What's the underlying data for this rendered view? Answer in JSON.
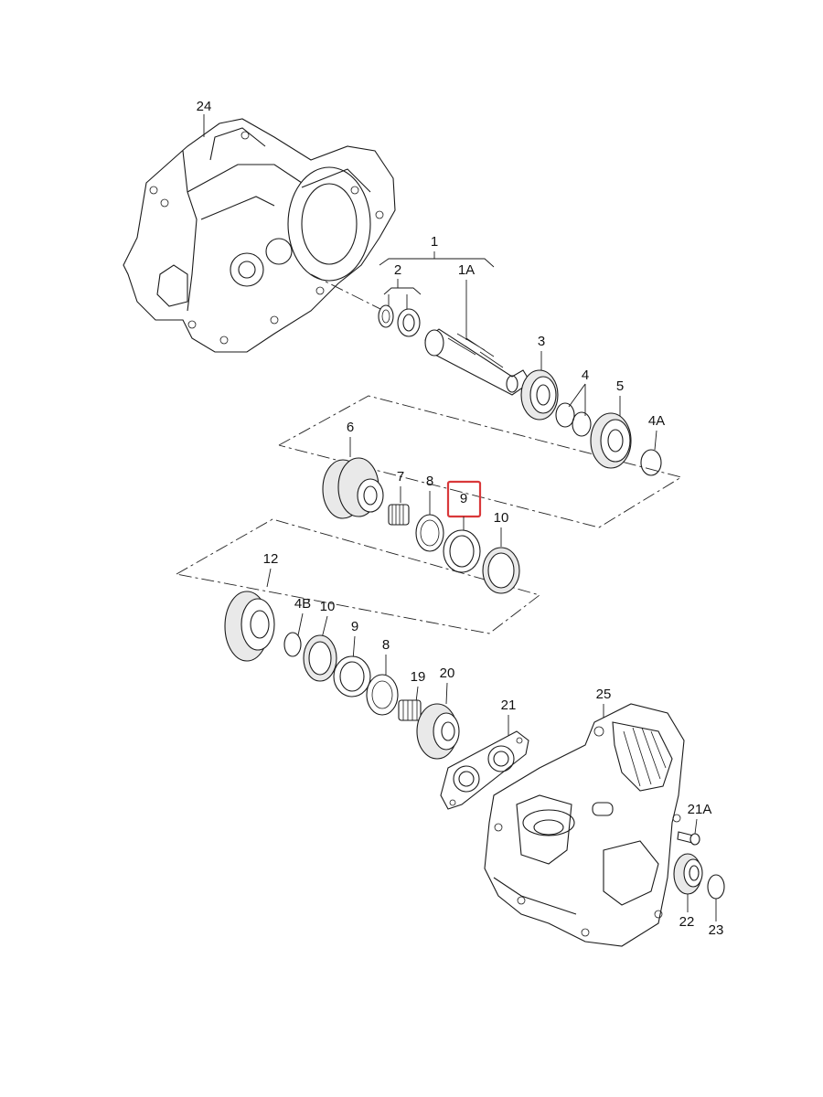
{
  "diagram": {
    "highlight_color": "#d9383a",
    "labels": {
      "l24": "24",
      "l1": "1",
      "l2": "2",
      "l1a": "1A",
      "l3": "3",
      "l4": "4",
      "l5": "5",
      "l4a": "4A",
      "l6": "6",
      "l7": "7",
      "l8a": "8",
      "l9a": "9",
      "l10a": "10",
      "l12": "12",
      "l4b": "4B",
      "l10b": "10",
      "l9b": "9",
      "l8b": "8",
      "l19": "19",
      "l20": "20",
      "l21": "21",
      "l25": "25",
      "l21a": "21A",
      "l22": "22",
      "l23": "23"
    }
  }
}
